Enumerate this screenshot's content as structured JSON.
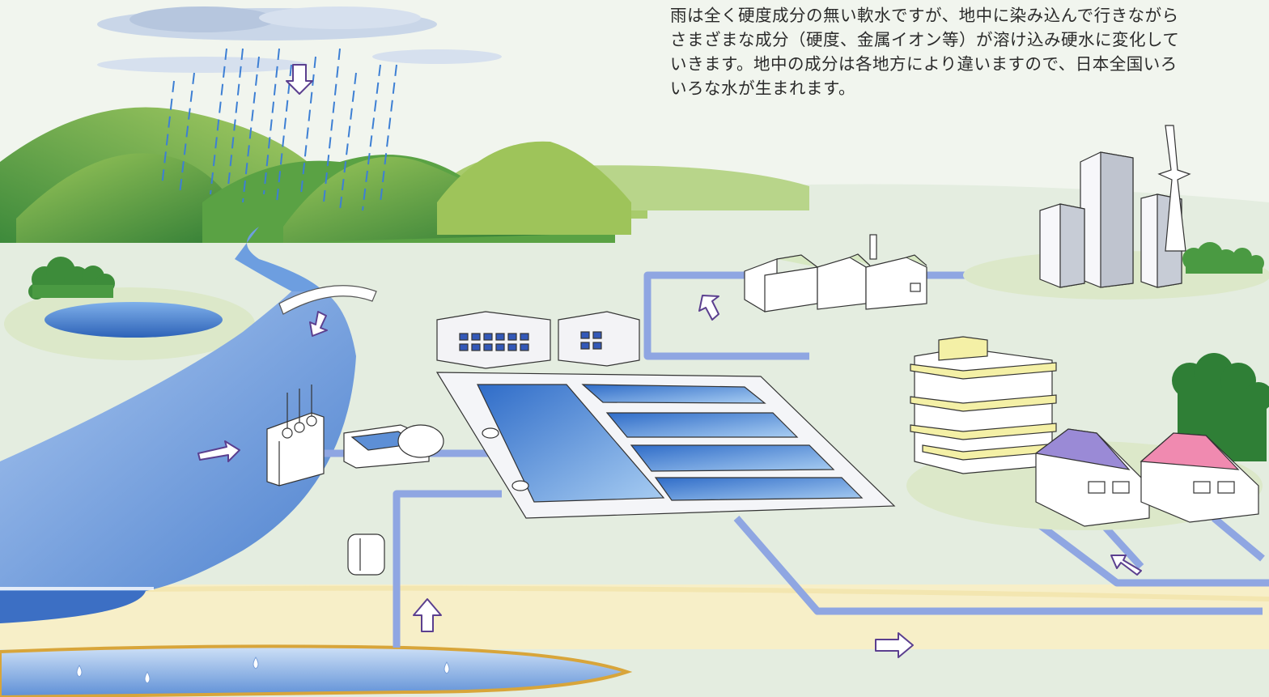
{
  "caption": {
    "lines": [
      "雨は全く硬度成分の無い軟水ですが、地中に染み込んで行きながら",
      "さまざまな成分（硬度、金属イオン等）が溶け込み硬水に変化して",
      "いきます。地中の成分は各地方により違いますので、日本全国いろ",
      "いろな水が生まれます。"
    ]
  },
  "colors": {
    "sky": "#f2f6ef",
    "hill_dark": "#3f8a3a",
    "hill_light": "#9ec45a",
    "water": "#5d8fd6",
    "pipe": "#8fa6e2",
    "sand": "#f6ecc0",
    "arrow": "#5b3f8f",
    "roof_purple": "#9a8ad6",
    "roof_pink": "#f08ab0",
    "ground_water_edge": "#d8a53a"
  },
  "icons": [
    "rain-cloud-icon",
    "flow-arrow-icon",
    "droplet-icon",
    "tree-icon"
  ]
}
